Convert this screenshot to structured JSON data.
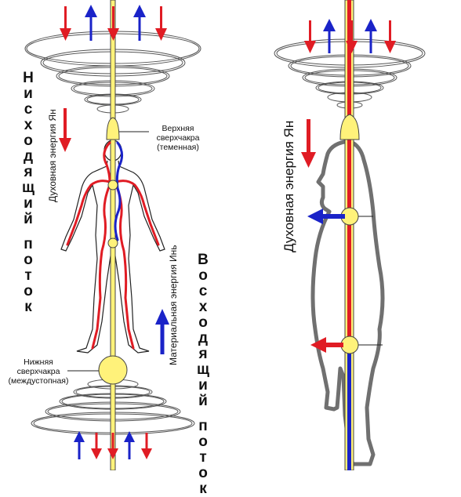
{
  "left_figure": {
    "vertical_title_1": [
      "Нисходящий",
      "поток"
    ],
    "vertical_title_2": [
      "Восходящий",
      "поток"
    ],
    "rotated_label_yang": "Духовная энергия Ян",
    "rotated_label_yin": "Материальная энергия Инь",
    "upper_chakra_label": [
      "Верхняя",
      "сверхчакра",
      "(теменная)"
    ],
    "lower_chakra_label": [
      "Нижняя",
      "сверхчакра",
      "(междустопная)"
    ]
  },
  "right_figure": {
    "rotated_label_yang": "Духовная энергия Ян"
  },
  "colors": {
    "red": "#e01c24",
    "blue": "#1a23c8",
    "yellow": "#fff27a",
    "outline": "#888888",
    "body_outline": "#707070"
  }
}
